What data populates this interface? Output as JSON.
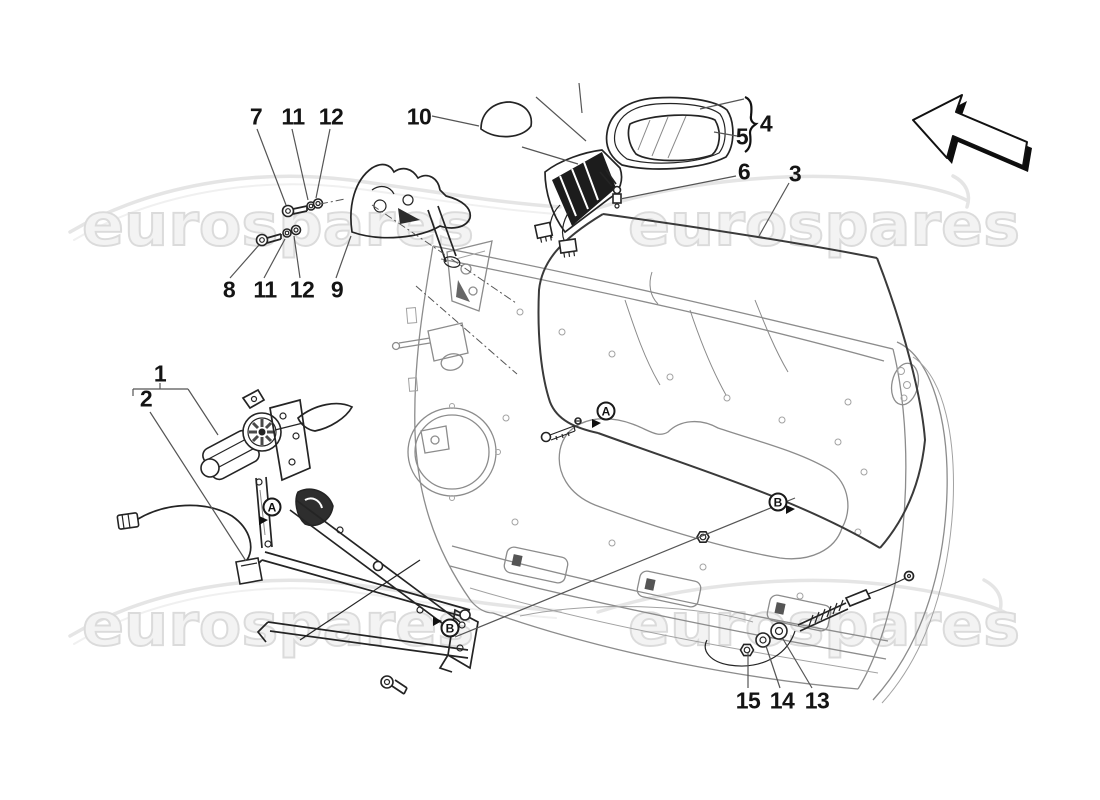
{
  "diagram": {
    "watermark_text": "eurospares",
    "ref_a": "A",
    "ref_b": "B",
    "callouts": [
      {
        "label": "7"
      },
      {
        "label": "11"
      },
      {
        "label": "12"
      },
      {
        "label": "10"
      },
      {
        "label": "8"
      },
      {
        "label": "11"
      },
      {
        "label": "12"
      },
      {
        "label": "9"
      },
      {
        "label": "4"
      },
      {
        "label": "5"
      },
      {
        "label": "6"
      },
      {
        "label": "3"
      },
      {
        "label": "1"
      },
      {
        "label": "2"
      },
      {
        "label": "15"
      },
      {
        "label": "14"
      },
      {
        "label": "13"
      }
    ]
  }
}
